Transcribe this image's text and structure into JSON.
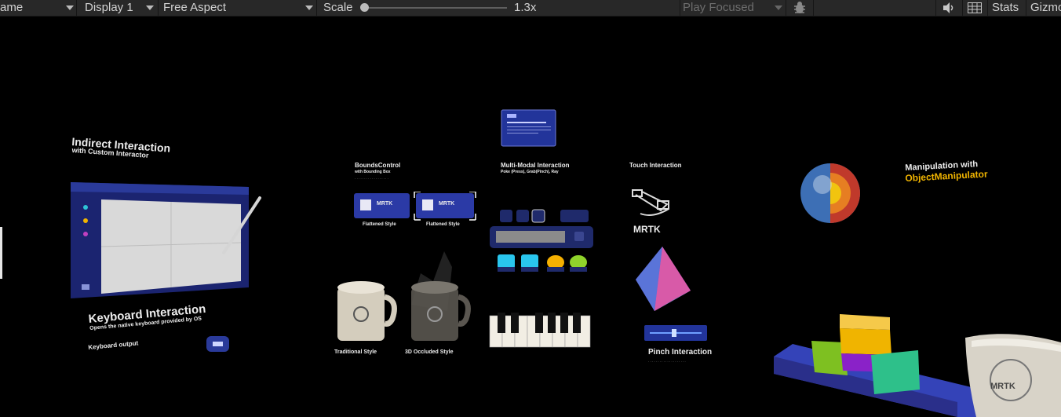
{
  "toolbar": {
    "game_tab": "ame",
    "display": "Display 1",
    "aspect": "Free Aspect",
    "scale_label": "Scale",
    "scale_value": "1.3x",
    "play_mode": "Play Focused",
    "stats": "Stats",
    "gizmos": "Gizmo"
  },
  "scene": {
    "indirect": {
      "title": "Indirect Interaction",
      "subtitle": "with Custom Interactor"
    },
    "keyboard": {
      "title": "Keyboard Interaction",
      "subtitle": "Opens the native keyboard provided by OS",
      "output": "Keyboard output"
    },
    "bounds": {
      "title": "BoundsControl",
      "subtitle": "with Bounding Box",
      "logo": "MRTK",
      "left_caption": "Flattened Style",
      "right_caption": "Flattened Style",
      "traditional": "Traditional Style",
      "occluded": "3D Occluded Style"
    },
    "multimodal": {
      "title": "Multi-Modal Interaction",
      "subtitle": "Poke (Press), Grab(Pinch), Ray"
    },
    "touch": {
      "title": "Touch Interaction",
      "logo": "MRTK"
    },
    "pinch": {
      "title": "Pinch Interaction"
    },
    "manipulation": {
      "title": "Manipulation with",
      "highlight": "ObjectManipulator"
    },
    "mug": {
      "logo": "MRTK"
    }
  },
  "colors": {
    "toolbar_bg": "#282828",
    "panel_blue": "#1f2a6b",
    "accent_gold": "#f0b400",
    "cyan": "#29c6ee",
    "yellow": "#f5b000",
    "green": "#8fd32b"
  },
  "icons": {
    "audio": "speaker-icon",
    "stats_grid": "keyboard-grid-icon",
    "debug": "bug-icon"
  }
}
